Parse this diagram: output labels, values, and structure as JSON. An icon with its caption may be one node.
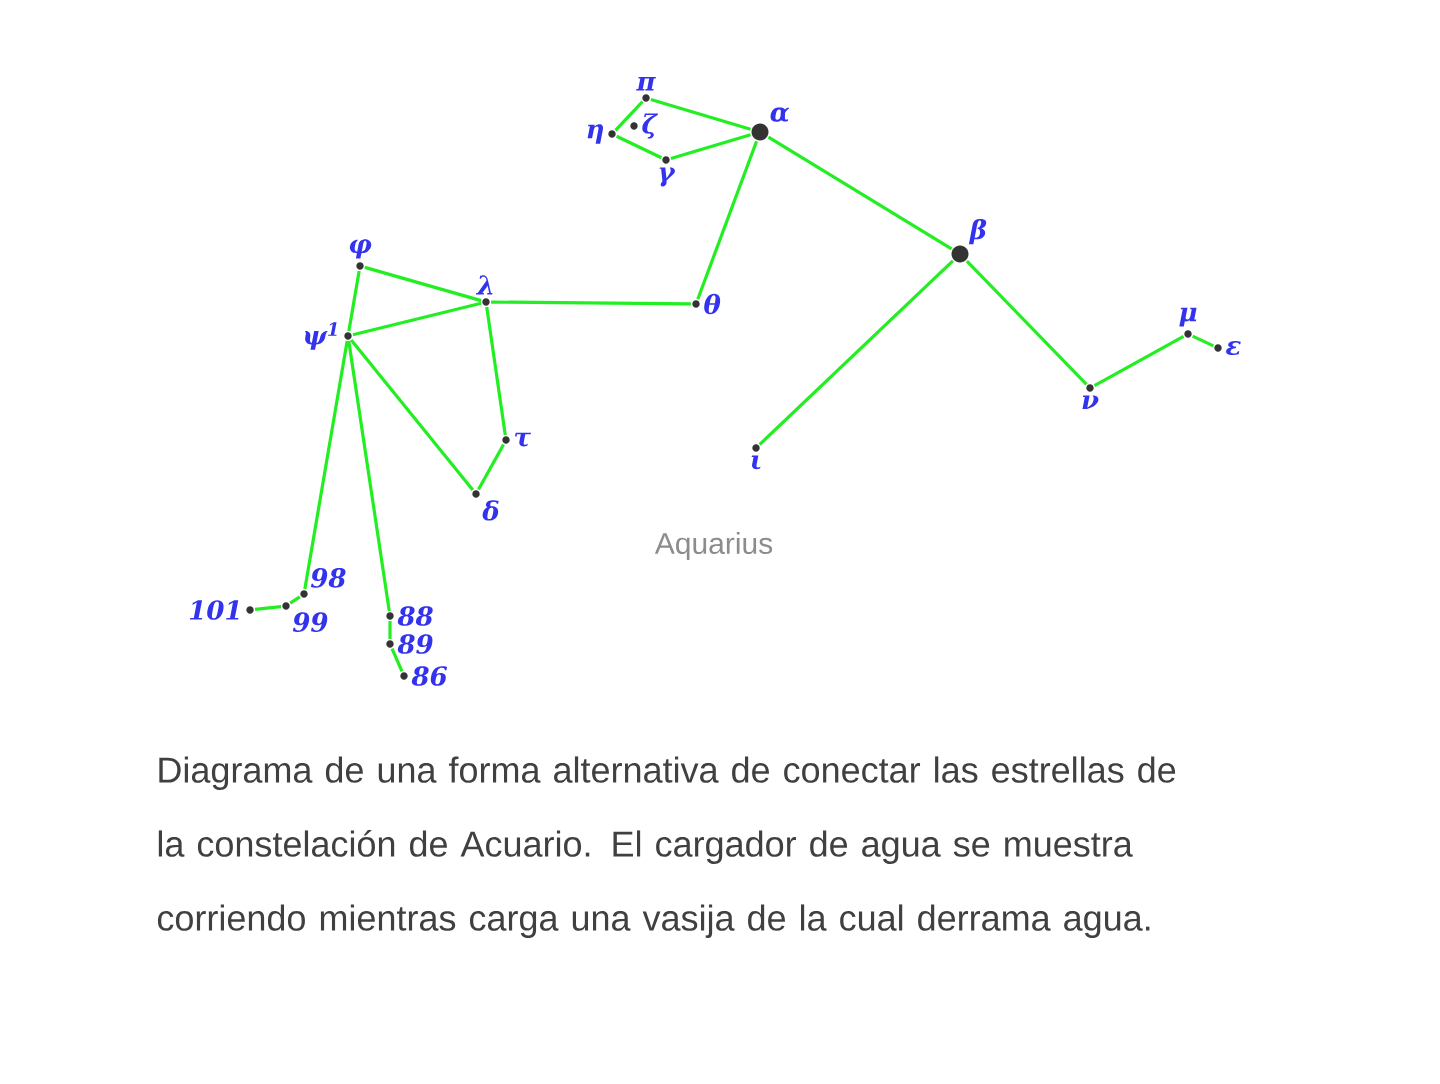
{
  "diagram": {
    "caption": "Diagrama de una forma alternativa de conectar las estrellas de la constelación de Acuario. El cargador de agua se muestra corriendo mientras carga una vasija de la cual derrama agua.",
    "nodes": [
      {
        "text": [
          "π"
        ]
      },
      {
        "text": [
          "ζ"
        ]
      },
      {
        "text": [
          "η"
        ]
      },
      {
        "text": [
          "γ"
        ]
      },
      {
        "text": [
          "α"
        ]
      },
      {
        "text": [
          "φ"
        ]
      },
      {
        "text": [
          "λ"
        ]
      },
      {
        "text": [
          "ψ$^{1}$"
        ]
      },
      {
        "text": [
          "θ"
        ]
      },
      {
        "text": [
          "β"
        ]
      },
      {
        "text": [
          "τ"
        ]
      },
      {
        "text": [
          "δ"
        ]
      },
      {
        "text": [
          "ι"
        ]
      },
      {
        "text": [
          "ν"
        ]
      },
      {
        "text": [
          "μ"
        ]
      },
      {
        "text": [
          "ε"
        ]
      },
      {
        "text": [
          "98"
        ]
      },
      {
        "text": [
          "99"
        ]
      },
      {
        "text": [
          "101"
        ]
      },
      {
        "text": [
          "88"
        ]
      },
      {
        "text": [
          "89"
        ]
      },
      {
        "text": [
          "86"
        ]
      }
    ],
    "edges": [
      {
        "from": 2,
        "to": 0,
        "arrow": "none"
      },
      {
        "from": 0,
        "to": 4,
        "arrow": "none"
      },
      {
        "from": 2,
        "to": 3,
        "arrow": "none"
      },
      {
        "from": 3,
        "to": 4,
        "arrow": "none"
      },
      {
        "from": 4,
        "to": 8,
        "arrow": "none"
      },
      {
        "from": 4,
        "to": 9,
        "arrow": "none"
      },
      {
        "from": 9,
        "to": 12,
        "arrow": "none"
      },
      {
        "from": 9,
        "to": 13,
        "arrow": "none"
      },
      {
        "from": 13,
        "to": 14,
        "arrow": "none"
      },
      {
        "from": 14,
        "to": 15,
        "arrow": "none"
      },
      {
        "from": 5,
        "to": 6,
        "arrow": "none"
      },
      {
        "from": 5,
        "to": 7,
        "arrow": "none"
      },
      {
        "from": 7,
        "to": 6,
        "arrow": "none"
      },
      {
        "from": 6,
        "to": 8,
        "arrow": "none"
      },
      {
        "from": 6,
        "to": 10,
        "arrow": "none"
      },
      {
        "from": 10,
        "to": 11,
        "arrow": "none"
      },
      {
        "from": 7,
        "to": 11,
        "arrow": "none"
      },
      {
        "from": 7,
        "to": 16,
        "arrow": "none"
      },
      {
        "from": 16,
        "to": 17,
        "arrow": "none"
      },
      {
        "from": 17,
        "to": 18,
        "arrow": "none"
      },
      {
        "from": 7,
        "to": 19,
        "arrow": "none"
      },
      {
        "from": 19,
        "to": 20,
        "arrow": "none"
      },
      {
        "from": 20,
        "to": 21,
        "arrow": "none"
      }
    ],
    "labels": [
      "Aquarius"
    ]
  }
}
